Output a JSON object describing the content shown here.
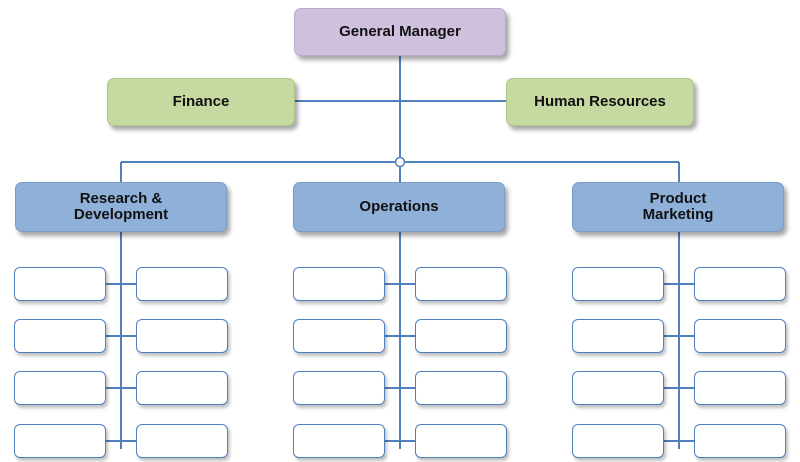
{
  "org_chart": {
    "top": {
      "label": "General Manager"
    },
    "staff_left": {
      "label": "Finance"
    },
    "staff_right": {
      "label": "Human Resources"
    },
    "departments": [
      {
        "label": "Research &\nDevelopment"
      },
      {
        "label": "Operations"
      },
      {
        "label": "Product\nMarketing"
      }
    ],
    "empty_position_boxes_per_department": 8
  },
  "colors": {
    "top_fill": "#cfc0de",
    "staff_fill": "#c6d9a0",
    "department_fill": "#8fb0d8",
    "connector": "#4f81bd",
    "slot_border": "#4f81bd"
  }
}
